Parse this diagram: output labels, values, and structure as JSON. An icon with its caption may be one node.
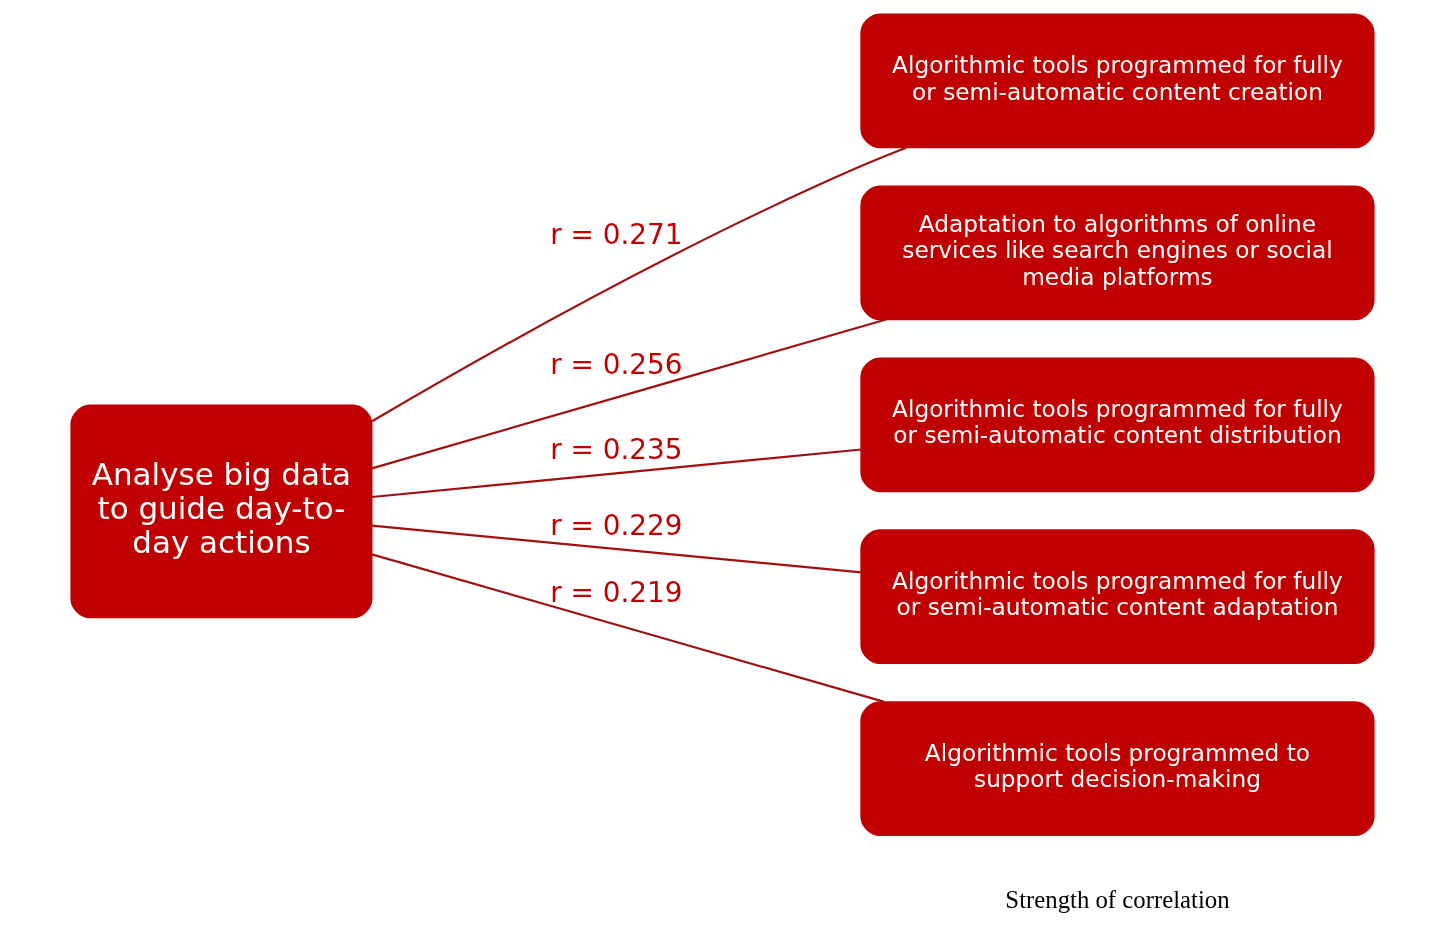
{
  "diagram": {
    "nodes": [
      {
        "text": [
          "Analyse big data to guide day-to-day actions"
        ]
      },
      {
        "text": [
          "Algorithmic tools programmed for fully or semi-automatic content creation"
        ]
      },
      {
        "text": [
          "Adaptation to algorithms of online services like search engines or social media platforms"
        ]
      },
      {
        "text": [
          "Algorithmic tools programmed for fully or semi-automatic content distribution"
        ]
      },
      {
        "text": [
          "Algorithmic tools programmed for fully or semi-automatic content adaptation"
        ]
      },
      {
        "text": [
          "Algorithmic tools programmed to support decision-making"
        ]
      }
    ],
    "edges": [
      {
        "from": 0,
        "to": 1,
        "arrow": "none",
        "label": "r = 0.271"
      },
      {
        "from": 0,
        "to": 2,
        "arrow": "none",
        "label": "r = 0.256"
      },
      {
        "from": 0,
        "to": 3,
        "arrow": "none",
        "label": "r = 0.235"
      },
      {
        "from": 0,
        "to": 4,
        "arrow": "none",
        "label": "r = 0.229"
      },
      {
        "from": 0,
        "to": 5,
        "arrow": "none",
        "label": "r = 0.219"
      }
    ],
    "labels": [
      "Strength of correlation"
    ]
  }
}
